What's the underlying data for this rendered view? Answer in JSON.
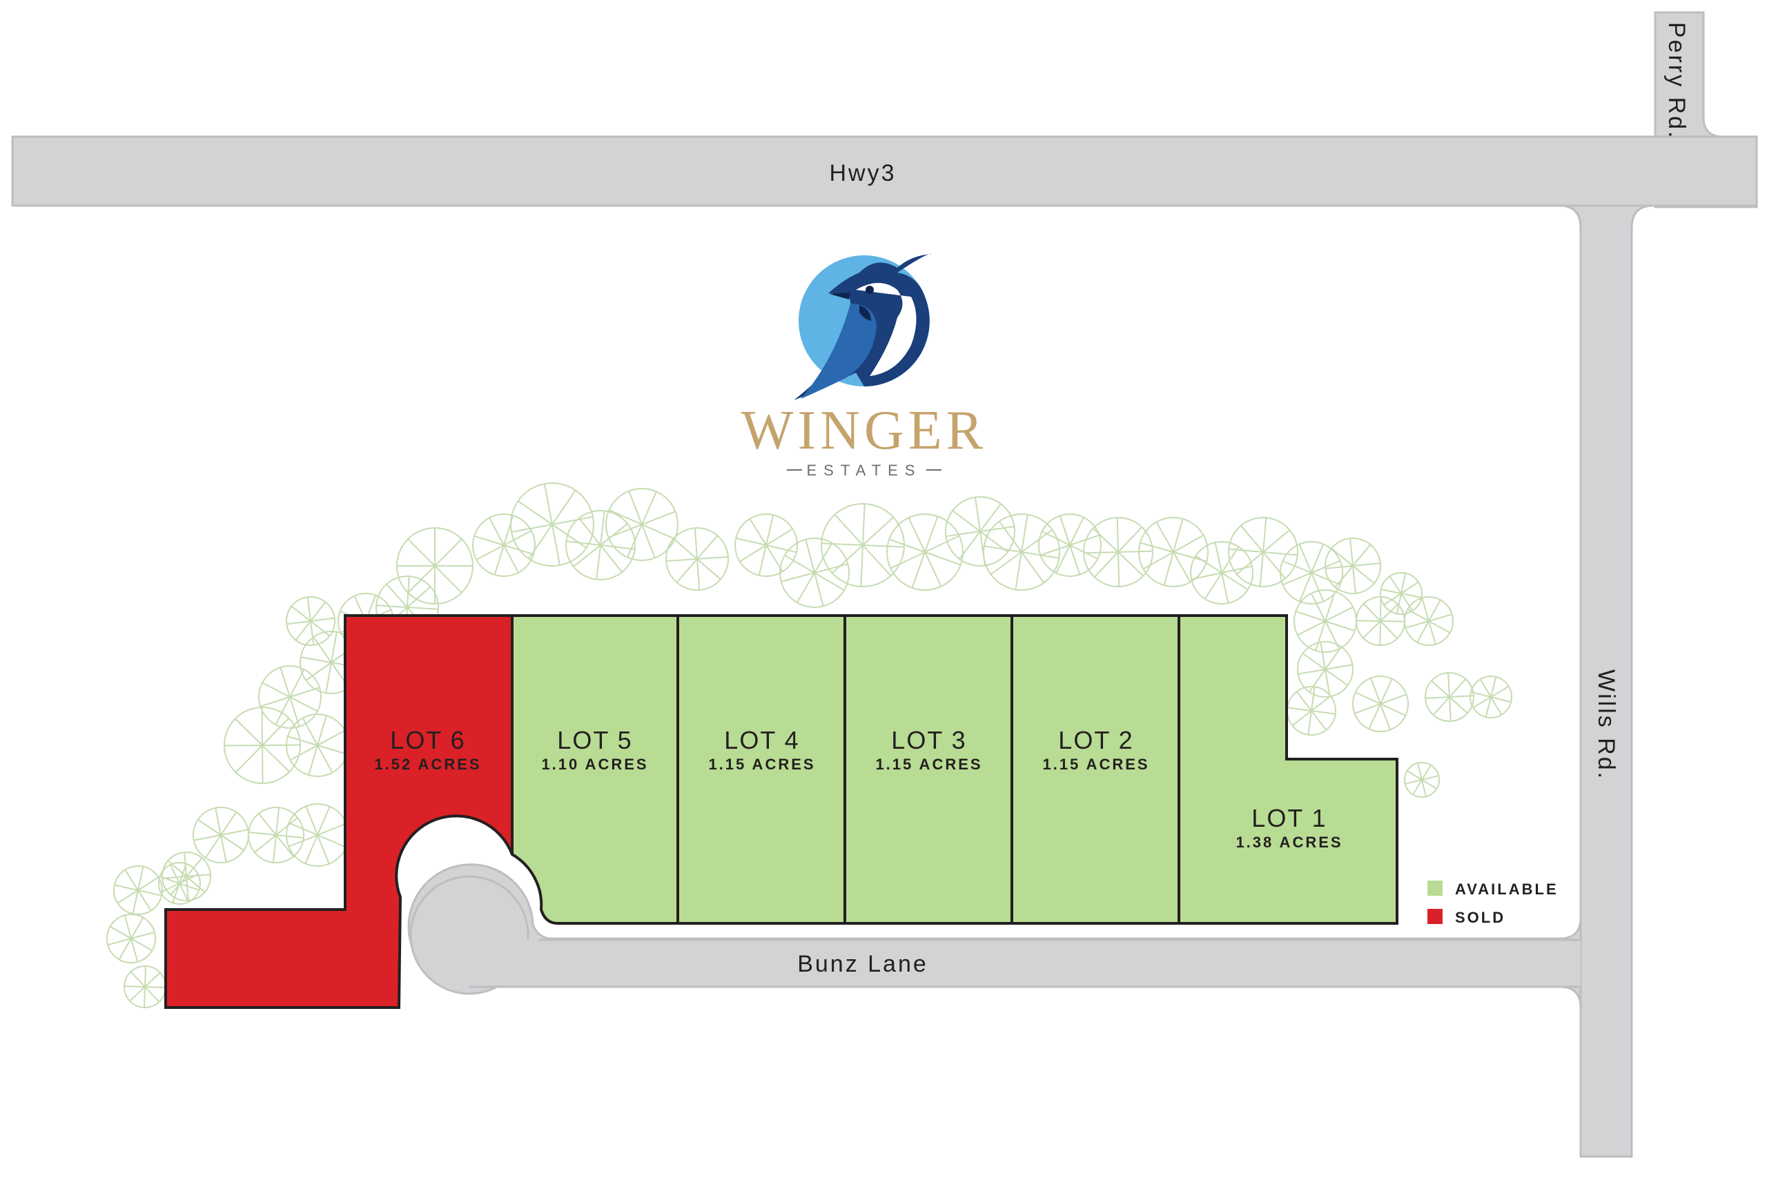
{
  "roads": {
    "hwy": "Hwy3",
    "perry": "Perry Rd.",
    "wills": "Wills Rd.",
    "bunz": "Bunz Lane"
  },
  "brand": {
    "name": "WINGER",
    "sub": "ESTATES"
  },
  "colors": {
    "available": "#b8dc93",
    "sold": "#da2128"
  },
  "lots": [
    {
      "name": "LOT 6",
      "acres": "1.52 ACRES",
      "status": "sold"
    },
    {
      "name": "LOT 5",
      "acres": "1.10 ACRES",
      "status": "available"
    },
    {
      "name": "LOT 4",
      "acres": "1.15 ACRES",
      "status": "available"
    },
    {
      "name": "LOT 3",
      "acres": "1.15 ACRES",
      "status": "available"
    },
    {
      "name": "LOT 2",
      "acres": "1.15 ACRES",
      "status": "available"
    },
    {
      "name": "LOT 1",
      "acres": "1.38 ACRES",
      "status": "available"
    }
  ],
  "legend": {
    "available": "AVAILABLE",
    "sold": "SOLD"
  },
  "icons": [
    "blue-jay-logo-icon",
    "tree-icon"
  ]
}
